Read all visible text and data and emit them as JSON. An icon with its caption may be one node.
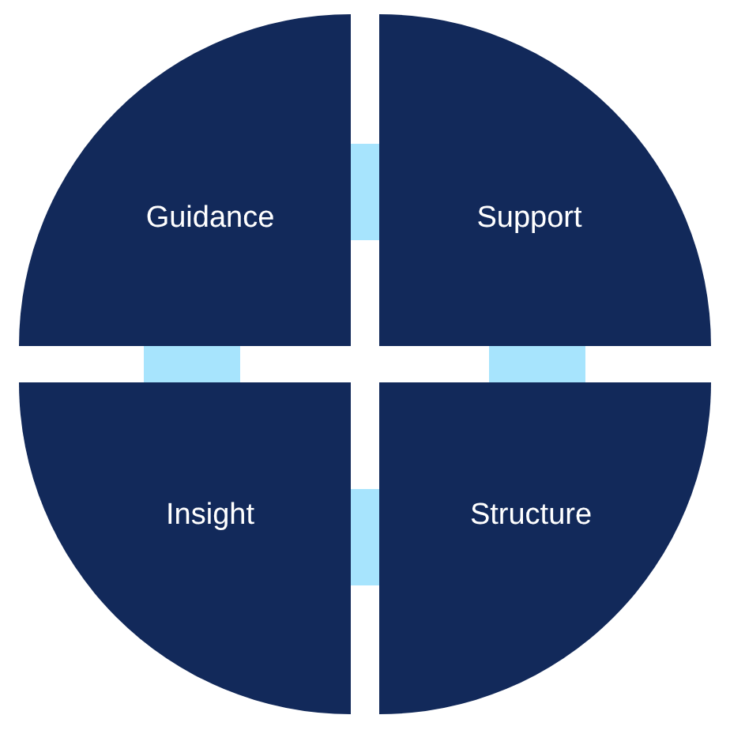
{
  "diagram": {
    "nodes": [
      {
        "text": [
          "Guidance"
        ]
      },
      {
        "text": [
          "Support"
        ]
      },
      {
        "text": [
          "Insight"
        ]
      },
      {
        "text": [
          "Structure"
        ]
      }
    ],
    "edges": [
      {
        "from": 0,
        "to": 1,
        "arrow": "none"
      },
      {
        "from": 0,
        "to": 2,
        "arrow": "none"
      },
      {
        "from": 1,
        "to": 3,
        "arrow": "none"
      },
      {
        "from": 2,
        "to": 3,
        "arrow": "none"
      }
    ]
  }
}
